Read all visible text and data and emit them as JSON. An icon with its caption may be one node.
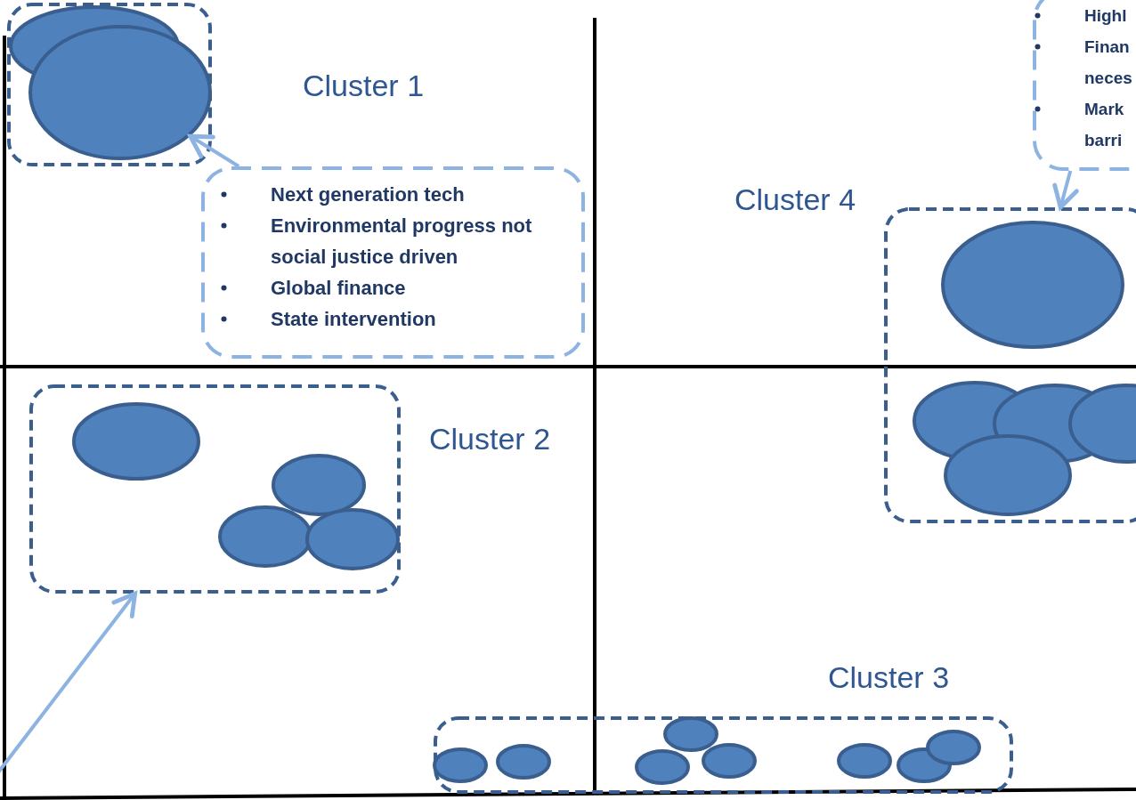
{
  "diagram": {
    "nodes": [
      {
        "text": [],
        "shape": "box"
      },
      {
        "text": [],
        "shape": "ellipse",
        "in": 0
      },
      {
        "text": [],
        "shape": "ellipse",
        "in": 0
      },
      {
        "text": [
          "Next generation tech",
          "Environmental progress not social justice driven",
          "Global finance",
          "State intervention"
        ]
      },
      {
        "text": [
          "Highl",
          "Finan neces",
          "Mark barri"
        ]
      },
      {
        "text": [],
        "shape": "box"
      },
      {
        "text": [],
        "shape": "ellipse",
        "in": 5
      },
      {
        "text": [],
        "shape": "ellipse",
        "in": 5
      },
      {
        "text": [],
        "shape": "ellipse",
        "in": 5
      },
      {
        "text": [],
        "shape": "ellipse"
      },
      {
        "text": [],
        "shape": "ellipse",
        "in": 5
      },
      {
        "text": [],
        "shape": "box"
      },
      {
        "text": [],
        "shape": "ellipse",
        "in": 11
      },
      {
        "text": [],
        "shape": "ellipse",
        "in": 11
      },
      {
        "text": [],
        "shape": "ellipse",
        "in": 11
      },
      {
        "text": [],
        "shape": "ellipse",
        "in": 11
      },
      {
        "text": [],
        "shape": "box"
      },
      {
        "text": [],
        "shape": "ellipse",
        "in": 16
      },
      {
        "text": [],
        "shape": "ellipse",
        "in": 16
      },
      {
        "text": [],
        "shape": "ellipse",
        "in": 16
      },
      {
        "text": [],
        "shape": "ellipse",
        "in": 16
      },
      {
        "text": [],
        "shape": "ellipse",
        "in": 16
      },
      {
        "text": [],
        "shape": "ellipse",
        "in": 16
      },
      {
        "text": [],
        "shape": "ellipse",
        "in": 16
      },
      {
        "text": [],
        "shape": "ellipse",
        "in": 16
      }
    ],
    "edges": [
      {
        "from": 3,
        "to": 2,
        "arrow": "to"
      },
      {
        "from": 4,
        "to": 5,
        "arrow": "to"
      },
      {
        "from": null,
        "to": 11,
        "arrow": "to"
      }
    ],
    "labels": [
      "Cluster 1",
      "Cluster 4",
      "Cluster 2",
      "Cluster 3"
    ]
  }
}
